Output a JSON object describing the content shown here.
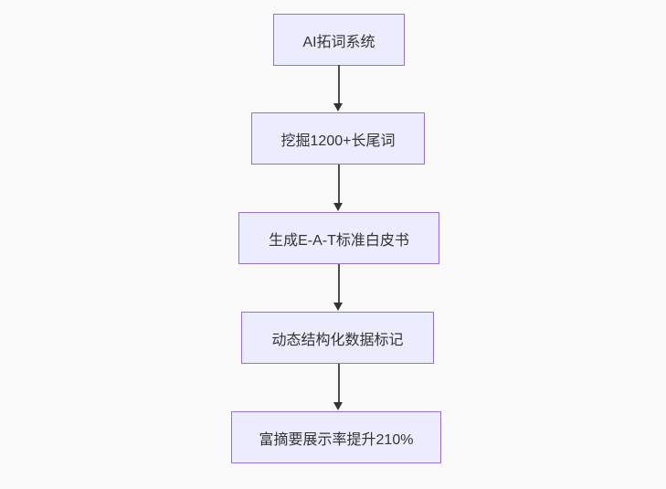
{
  "diagram": {
    "type": "flowchart",
    "direction": "top-down",
    "nodes": [
      {
        "id": "n1",
        "label": "AI拓词系统"
      },
      {
        "id": "n2",
        "label": "挖掘1200+长尾词"
      },
      {
        "id": "n3",
        "label": "生成E-A-T标准白皮书"
      },
      {
        "id": "n4",
        "label": "动态结构化数据标记"
      },
      {
        "id": "n5",
        "label": "富摘要展示率提升210%"
      }
    ],
    "edges": [
      {
        "from": "n1",
        "to": "n2",
        "arrow": "down"
      },
      {
        "from": "n2",
        "to": "n3",
        "arrow": "down"
      },
      {
        "from": "n3",
        "to": "n4",
        "arrow": "down"
      },
      {
        "from": "n4",
        "to": "n5",
        "arrow": "down"
      }
    ],
    "colors": {
      "node_fill": "#ECECFF",
      "node_border": "#9370DB",
      "edge": "#4d4d4d",
      "arrow": "#333333",
      "text": "#333333",
      "background": "#fafafa"
    }
  }
}
